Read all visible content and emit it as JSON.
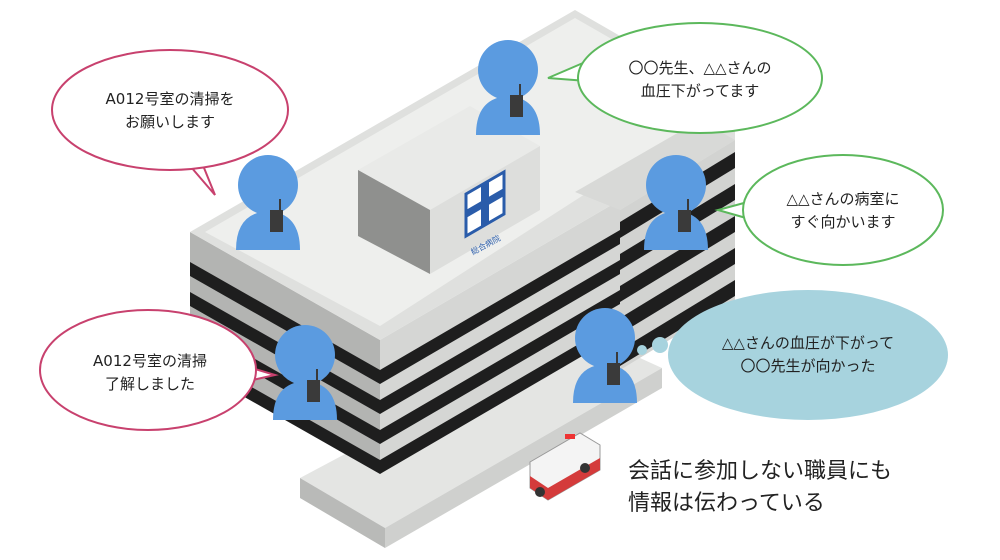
{
  "building_sign": "総合病院",
  "bubbles": {
    "top_left": {
      "line1": "A012号室の清掃を",
      "line2": "お願いします"
    },
    "top_center": {
      "line1": "〇〇先生、△△さんの",
      "line2": "血圧下がってます"
    },
    "right": {
      "line1": "△△さんの病室に",
      "line2": "すぐ向かいます"
    },
    "bottom_left": {
      "line1": "A012号室の清掃",
      "line2": "了解しました"
    },
    "thought": {
      "line1": "△△さんの血圧が下がって",
      "line2": "〇〇先生が向かった"
    }
  },
  "caption": {
    "line1": "会話に参加しない職員にも",
    "line2": "情報は伝わっている"
  },
  "colors": {
    "person": "#5b9be0",
    "speech_border_pink": "#c8416e",
    "speech_border_green": "#5cb85c",
    "thought_fill": "#a7d3de",
    "sign_blue": "#2a5caa"
  }
}
